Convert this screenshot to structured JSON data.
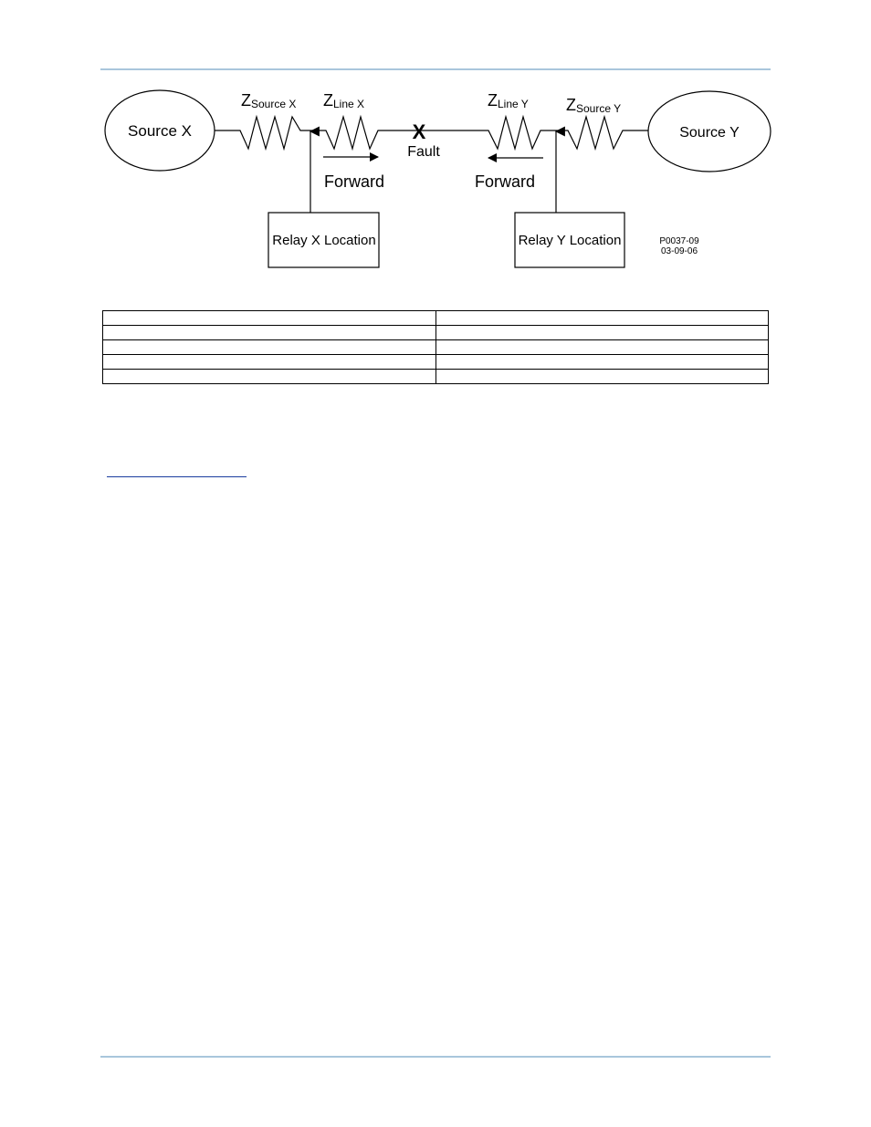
{
  "diagram": {
    "source_x": "Source X",
    "source_y": "Source Y",
    "z_symbol": "Z",
    "z_source_x_sub": "Source X",
    "z_line_x_sub": "Line X",
    "z_line_y_sub": "Line Y",
    "z_source_y_sub": "Source Y",
    "fault_mark": "X",
    "fault_label": "Fault",
    "forward_x": "Forward",
    "forward_y": "Forward",
    "relay_x": "Relay X Location",
    "relay_y": "Relay Y Location",
    "drawing_number": "P0037-09",
    "drawing_date": "03-09-06"
  },
  "table": {
    "rows": [
      [
        "",
        ""
      ],
      [
        "",
        ""
      ],
      [
        "",
        ""
      ],
      [
        "",
        ""
      ],
      [
        "",
        ""
      ]
    ]
  }
}
